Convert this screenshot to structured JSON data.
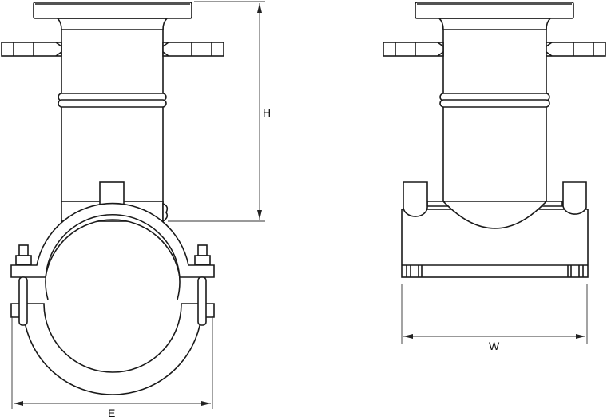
{
  "drawing": {
    "front_view": {
      "dimension_height_label": "H",
      "dimension_width_label": "E"
    },
    "side_view": {
      "dimension_width_label": "W"
    }
  }
}
